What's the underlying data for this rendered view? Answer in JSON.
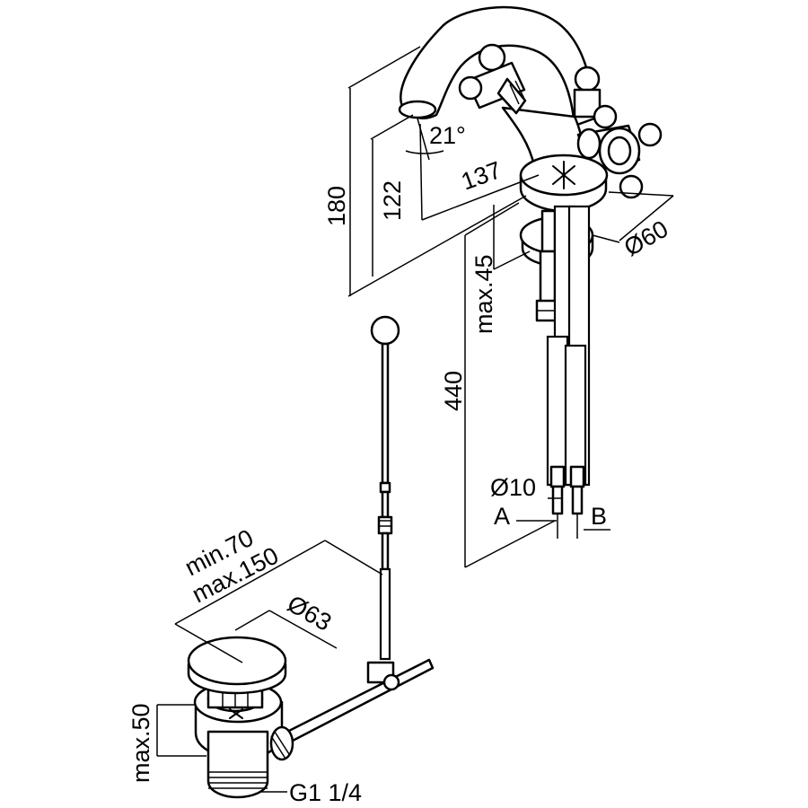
{
  "diagram": {
    "dimensions": {
      "height_total": "180",
      "height_spout": "122",
      "angle": "21°",
      "reach": "137",
      "base_diameter": "Ø60",
      "max_thickness": "max.45",
      "hose_length": "440",
      "hose_diameter": "Ø10",
      "port_a": "A",
      "port_b": "B",
      "rod_min": "min.70",
      "rod_max": "max.150",
      "drain_diameter": "Ø63",
      "drain_height": "max.50",
      "thread": "G1 1/4"
    }
  }
}
